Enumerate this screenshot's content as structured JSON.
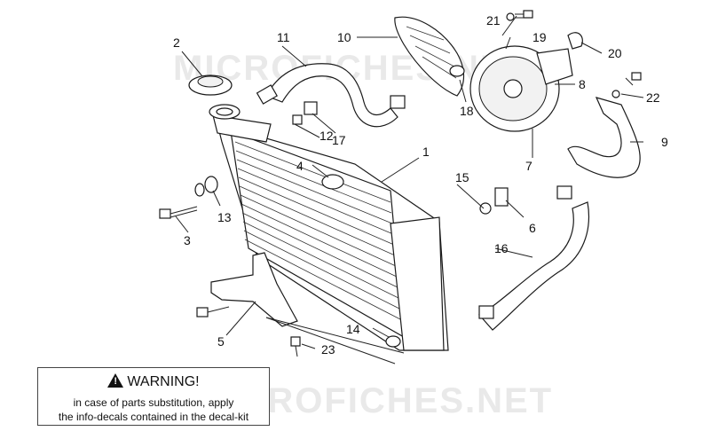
{
  "watermark": "MICROFICHES.NET",
  "callouts": [
    {
      "id": "1",
      "label": "1"
    },
    {
      "id": "2",
      "label": "2"
    },
    {
      "id": "3",
      "label": "3"
    },
    {
      "id": "4",
      "label": "4"
    },
    {
      "id": "5",
      "label": "5"
    },
    {
      "id": "6",
      "label": "6"
    },
    {
      "id": "7",
      "label": "7"
    },
    {
      "id": "8",
      "label": "8"
    },
    {
      "id": "9",
      "label": "9"
    },
    {
      "id": "10",
      "label": "10"
    },
    {
      "id": "11",
      "label": "11"
    },
    {
      "id": "12",
      "label": "12"
    },
    {
      "id": "13",
      "label": "13"
    },
    {
      "id": "14",
      "label": "14"
    },
    {
      "id": "15",
      "label": "15"
    },
    {
      "id": "16",
      "label": "16"
    },
    {
      "id": "17",
      "label": "17"
    },
    {
      "id": "18",
      "label": "18"
    },
    {
      "id": "19",
      "label": "19"
    },
    {
      "id": "20",
      "label": "20"
    },
    {
      "id": "21",
      "label": "21"
    },
    {
      "id": "22",
      "label": "22"
    },
    {
      "id": "23",
      "label": "23"
    }
  ],
  "warning": {
    "title": "WARNING!",
    "line1": "in case of parts substitution, apply",
    "line2": "the info-decals contained in the decal-kit"
  }
}
